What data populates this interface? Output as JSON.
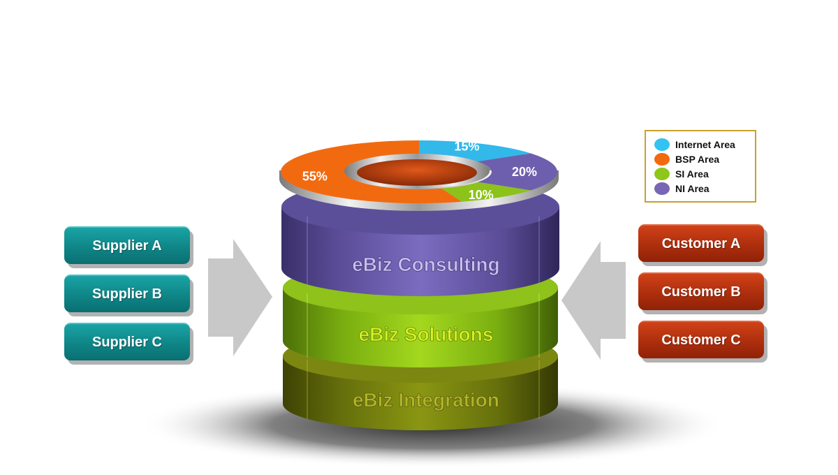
{
  "colors": {
    "internet": "#33b8ea",
    "bsp": "#f26a10",
    "si": "#8cc21a",
    "ni": "#6e5fae",
    "arrow": "#c8c8c8"
  },
  "legend": [
    {
      "label": "Internet Area",
      "color": "#33c3f2"
    },
    {
      "label": "BSP Area",
      "color": "#f26a10"
    },
    {
      "label": "SI Area",
      "color": "#8ec61c"
    },
    {
      "label": "NI Area",
      "color": "#7867b4"
    }
  ],
  "ring": {
    "segments": [
      {
        "key": "internet",
        "value": 15,
        "label": "15%"
      },
      {
        "key": "ni",
        "value": 20,
        "label": "20%"
      },
      {
        "key": "si",
        "value": 10,
        "label": "10%"
      },
      {
        "key": "bsp",
        "value": 55,
        "label": "55%"
      }
    ]
  },
  "layers": {
    "consulting": "eBiz Consulting",
    "solutions": "eBiz Solutions",
    "integration": "eBiz Integration"
  },
  "suppliers": [
    "Supplier A",
    "Supplier B",
    "Supplier C"
  ],
  "customers": [
    "Customer A",
    "Customer B",
    "Customer C"
  ]
}
